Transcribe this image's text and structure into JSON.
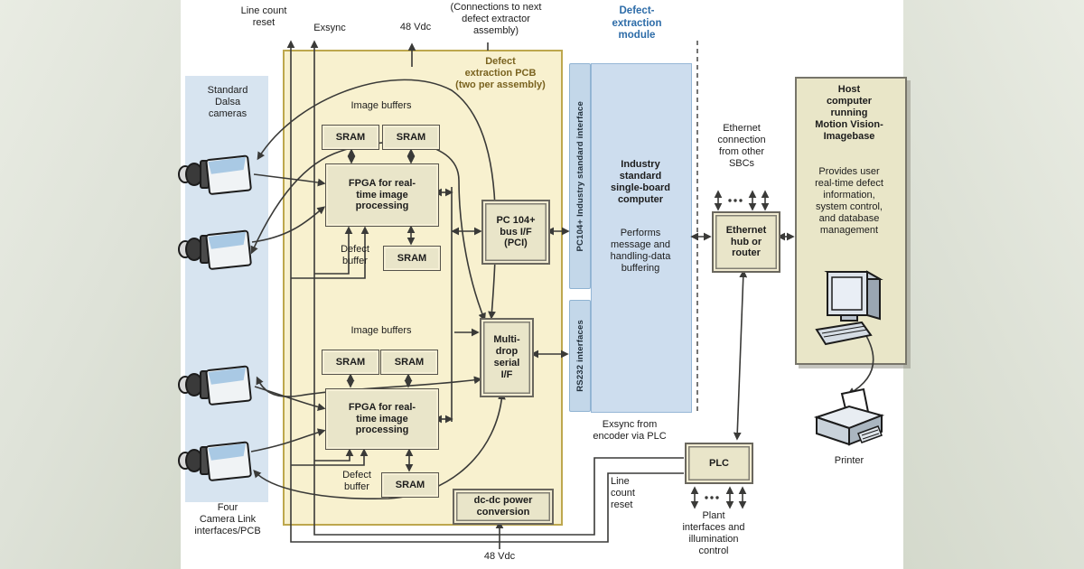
{
  "top": {
    "line_count_reset": "Line count\nreset",
    "exsync": "Exsync",
    "vdc48": "48 Vdc",
    "connections_note": "(Connections to next\ndefect extractor\nassembly)"
  },
  "cameras": {
    "title": "Standard\nDalsa\ncameras",
    "footer": "Four\nCamera Link\ninterfaces/PCB"
  },
  "pcb": {
    "title": "Defect\nextraction PCB\n(two per assembly)",
    "image_buffers": "Image buffers",
    "sram": "SRAM",
    "fpga": "FPGA for real-\ntime image\nprocessing",
    "defect_buffer": "Defect\nbuffer",
    "pc104_bus": "PC 104+\nbus I/F\n(PCI)",
    "multidrop": "Multi-\ndrop\nserial\nI/F",
    "dcdc": "dc-dc power\nconversion",
    "vdc48_bottom": "48 Vdc"
  },
  "module": {
    "title": "Defect-\nextraction\nmodule",
    "pc104_strip": "PC104+ Industry standard interface",
    "rs232_strip": "RS232 interfaces",
    "sbc_title": "Industry\nstandard\nsingle-board\ncomputer",
    "sbc_body": "Performs\nmessage and\nhandling-data\nbuffering"
  },
  "ethernet": {
    "connection_label": "Ethernet\nconnection\nfrom other\nSBCs",
    "hub": "Ethernet\nhub or\nrouter"
  },
  "plc": {
    "label": "PLC",
    "exsync_from": "Exsync from\nencoder via PLC",
    "line_count_reset": "Line\ncount\nreset",
    "plant": "Plant\ninterfaces and\nillumination\ncontrol"
  },
  "host": {
    "title": "Host\ncomputer\nrunning\nMotion Vision-\nImagebase",
    "body": "Provides user\nreal-time defect\ninformation,\nsystem control,\nand database\nmanagement",
    "printer": "Printer"
  },
  "colors": {
    "pcb_fill": "#f8f1cf",
    "pcb_border": "#bda74e",
    "component_fill": "#e9e5c9",
    "component_border": "#55524a",
    "blue_panel_fill": "#cdddee",
    "blue_strip_fill": "#c3d7e9",
    "camera_strip_fill": "#d7e4f0",
    "module_title_text": "#2d6ca8",
    "pcb_title_text": "#7a6320",
    "wire": "#3a3a38"
  }
}
